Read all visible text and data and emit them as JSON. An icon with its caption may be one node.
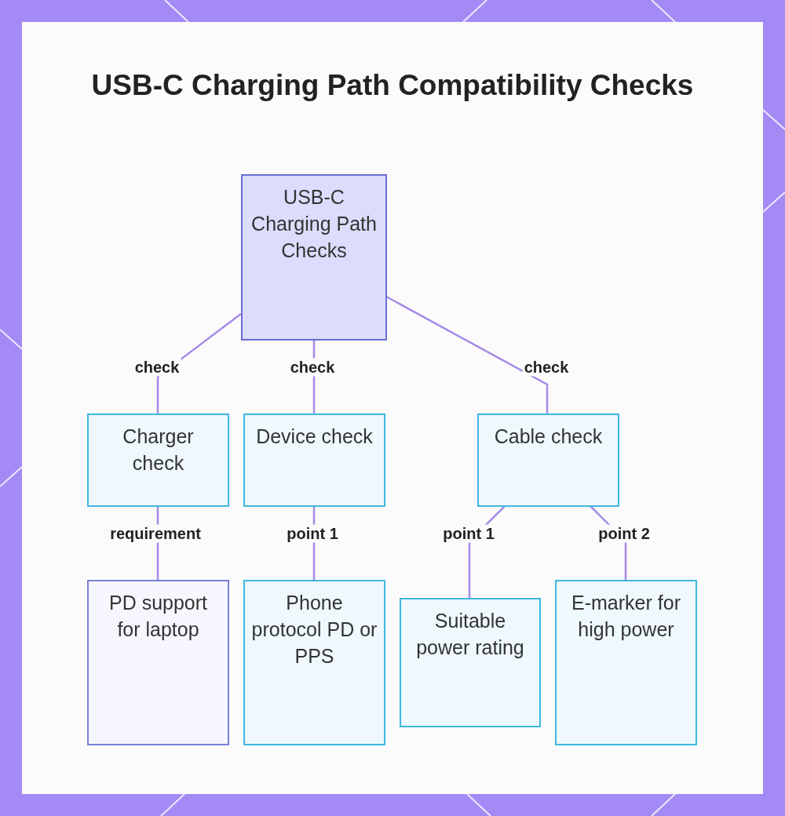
{
  "diagram": {
    "title": "USB-C Charging Path Compatibility Checks",
    "nodes": [
      {
        "text": [
          "USB-C Charging Path Checks"
        ]
      },
      {
        "text": [
          "Charger check"
        ]
      },
      {
        "text": [
          "Device check"
        ]
      },
      {
        "text": [
          "Cable check"
        ]
      },
      {
        "text": [
          "PD support for laptop"
        ]
      },
      {
        "text": [
          "Phone protocol PD or PPS"
        ]
      },
      {
        "text": [
          "Suitable power rating"
        ]
      },
      {
        "text": [
          "E-marker for high power"
        ]
      }
    ],
    "edges": [
      {
        "from": 0,
        "to": 1,
        "arrow": "none",
        "label": "check"
      },
      {
        "from": 0,
        "to": 2,
        "arrow": "none",
        "label": "check"
      },
      {
        "from": 0,
        "to": 3,
        "arrow": "none",
        "label": "check"
      },
      {
        "from": 1,
        "to": 4,
        "arrow": "none",
        "label": "requirement"
      },
      {
        "from": 2,
        "to": 5,
        "arrow": "none",
        "label": "point 1"
      },
      {
        "from": 3,
        "to": 6,
        "arrow": "none",
        "label": "point 1"
      },
      {
        "from": 3,
        "to": 7,
        "arrow": "none",
        "label": "point 2"
      }
    ]
  }
}
